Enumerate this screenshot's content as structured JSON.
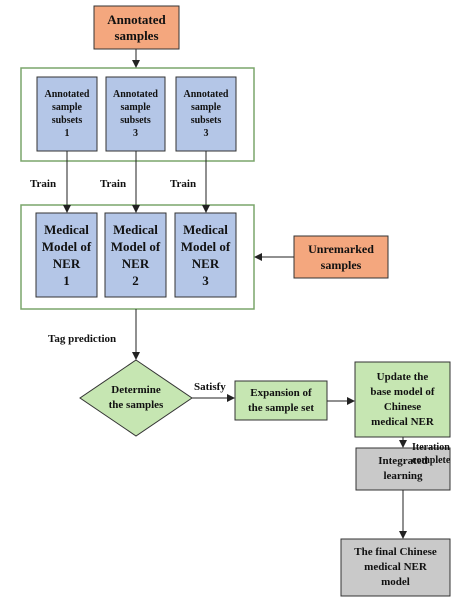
{
  "colors": {
    "orange": "#F4A77E",
    "blue": "#B4C6E7",
    "green": "#C6E6B2",
    "gray": "#C9C9C9",
    "group_border": "#7AA56B",
    "stroke": "#333333"
  },
  "nodes": {
    "annotated_samples": "Annotated\nsamples",
    "subset_1": "Annotated\nsample\nsubsets\n1",
    "subset_2": "Annotated\nsample\nsubsets\n3",
    "subset_3": "Annotated\nsample\nsubsets\n3",
    "model_1": "Medical\nModel of\nNER\n1",
    "model_2": "Medical\nModel of\nNER\n2",
    "model_3": "Medical\nModel of\nNER\n3",
    "unremarked_samples": "Unremarked\nsamples",
    "determine_samples": "Determine\nthe samples",
    "expansion": "Expansion of\nthe sample set",
    "update_model": "Update the\nbase model of\nChinese\nmedical NER",
    "integrated_learning": "Integrated\nlearning",
    "final_model": "The final Chinese\nmedical NER\nmodel"
  },
  "edge_labels": {
    "train_1": "Train",
    "train_2": "Train",
    "train_3": "Train",
    "tag_prediction": "Tag prediction",
    "satisfy": "Satisfy",
    "iteration_complete": "Iteration\ncomplete"
  }
}
